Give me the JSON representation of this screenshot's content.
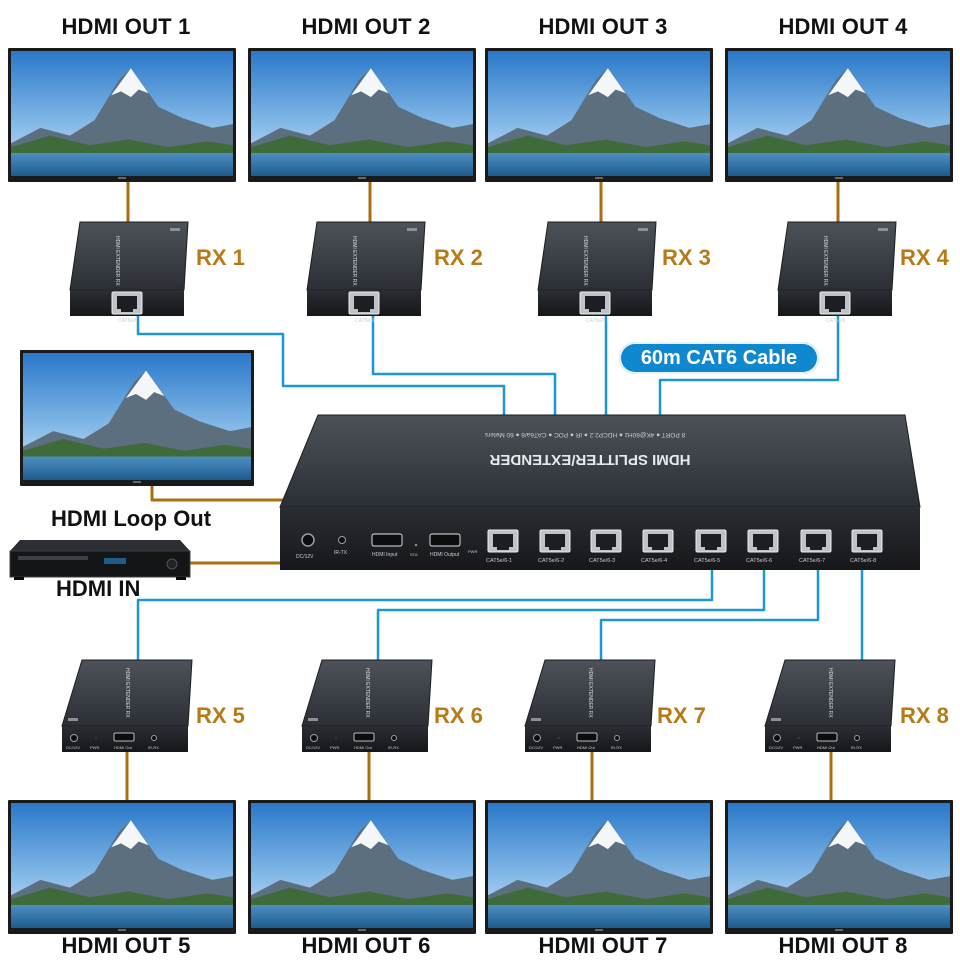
{
  "outputs": {
    "top": [
      "HDMI OUT 1",
      "HDMI OUT 2",
      "HDMI OUT 3",
      "HDMI OUT 4"
    ],
    "bottom": [
      "HDMI OUT 5",
      "HDMI OUT 6",
      "HDMI OUT 7",
      "HDMI OUT 8"
    ]
  },
  "receivers": {
    "top": [
      "RX 1",
      "RX 2",
      "RX 3",
      "RX 4"
    ],
    "bottom": [
      "RX 5",
      "RX 6",
      "RX 7",
      "RX 8"
    ]
  },
  "cable_label": "60m CAT6 Cable",
  "loop_out_label": "HDMI Loop Out",
  "hdmi_in_label": "HDMI IN",
  "splitter": {
    "title": "HDMI SPLITTER/EXTENDER",
    "features": "8 PORT  ●  4K@60Hz  ●  HDCP2.2  ●  IR  ●  POC  ●  CAT6a/6  ●  60 Meters",
    "ports": [
      "CAT5e/6-1",
      "CAT5e/6-2",
      "CAT5e/6-3",
      "CAT5e/6-4",
      "CAT5e/6-5",
      "CAT5e/6-6",
      "CAT5e/6-7",
      "CAT5e/6-8"
    ],
    "power_label": "DC/12V",
    "irtx_label": "IR-TX",
    "hdmi_input_label": "HDMI Input",
    "sta_label": "STA",
    "hdmi_output_label": "HDMI Output",
    "pwr_label": "PWR"
  },
  "receiver_panel": {
    "title": "HDMI EXTENDER RX",
    "dc_label": "DC/12V",
    "pwr_label": "PWR",
    "hdmi_out_label": "HDMI Out",
    "irrx_label": "IR-RX",
    "port_label": "CAT5e/6"
  },
  "colors": {
    "hdmi_cable": "#a86f10",
    "cat6_cable": "#1a97d4",
    "label_gold": "#b77a16",
    "pill_blue": "#0f88cf"
  }
}
